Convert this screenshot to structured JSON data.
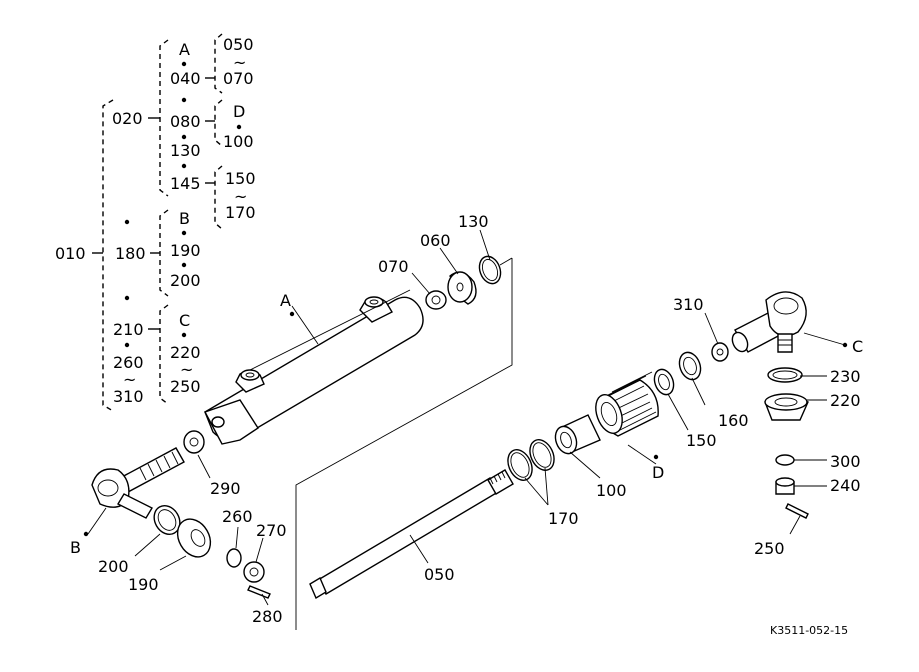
{
  "tree": {
    "root": "010",
    "n020": "020",
    "nA": "A",
    "n040": "040",
    "n050": "050",
    "tilde1": "~",
    "n070": "070",
    "n080": "080",
    "nD": "D",
    "n100": "100",
    "n130": "130",
    "n145": "145",
    "n150": "150",
    "tilde2": "~",
    "n170": "170",
    "n180": "180",
    "nB": "B",
    "n190": "190",
    "n200": "200",
    "n210": "210",
    "nC": "C",
    "n220": "220",
    "tilde3": "~",
    "n250": "250",
    "n260": "260",
    "tilde4": "~",
    "n310": "310"
  },
  "callouts": {
    "A": "A",
    "B": "B",
    "C": "C",
    "D": "D",
    "p050": "050",
    "p060": "060",
    "p070": "070",
    "p100": "100",
    "p130": "130",
    "p150": "150",
    "p160": "160",
    "p170": "170",
    "p190": "190",
    "p200": "200",
    "p220": "220",
    "p230": "230",
    "p240": "240",
    "p250": "250",
    "p260": "260",
    "p270": "270",
    "p280": "280",
    "p290": "290",
    "p300": "300",
    "p310": "310"
  },
  "figure_code": "K3511-052-15"
}
